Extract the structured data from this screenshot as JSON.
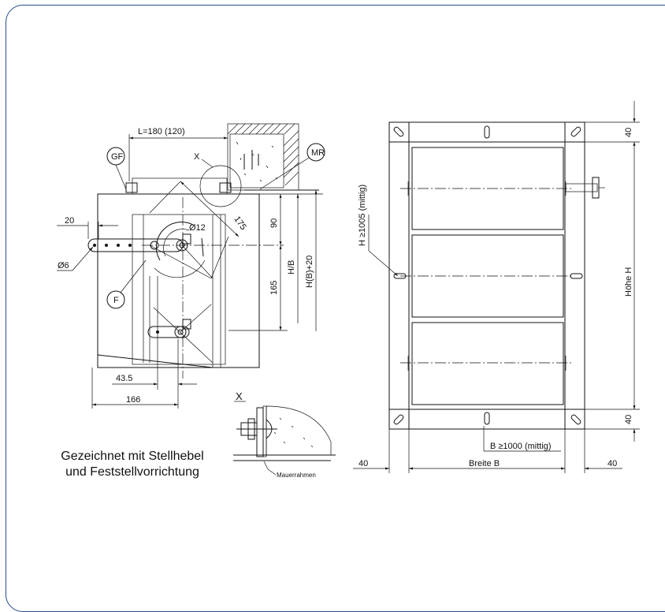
{
  "caption": {
    "line1": "Gezeichnet mit Stellhebel",
    "line2": "und Feststellvorrichtung"
  },
  "labels": {
    "GF": "GF",
    "MR": "MR",
    "F": "F",
    "X": "X",
    "detail_x": "X",
    "mauerrahmen": "Mauerrahmen"
  },
  "dimensions": {
    "length": "L=180 (120)",
    "d20": "20",
    "d6": "Ø6",
    "d12": "Ø12",
    "d175": "175",
    "d90": "90",
    "d165": "165",
    "hb": "H/B",
    "hb20": "H(B)+20",
    "d43_5": "43.5",
    "d166": "166",
    "h_mittig": "H ≥1005 (mittig)",
    "b_mittig": "B ≥1000 (mittig)",
    "hoehe": "Höhe H",
    "breite": "Breite B",
    "d40_top": "40",
    "d40_bottom": "40",
    "d40_left": "40",
    "d40_right": "40"
  },
  "colors": {
    "frame_border": "#2a4a8f",
    "line": "#111111"
  }
}
